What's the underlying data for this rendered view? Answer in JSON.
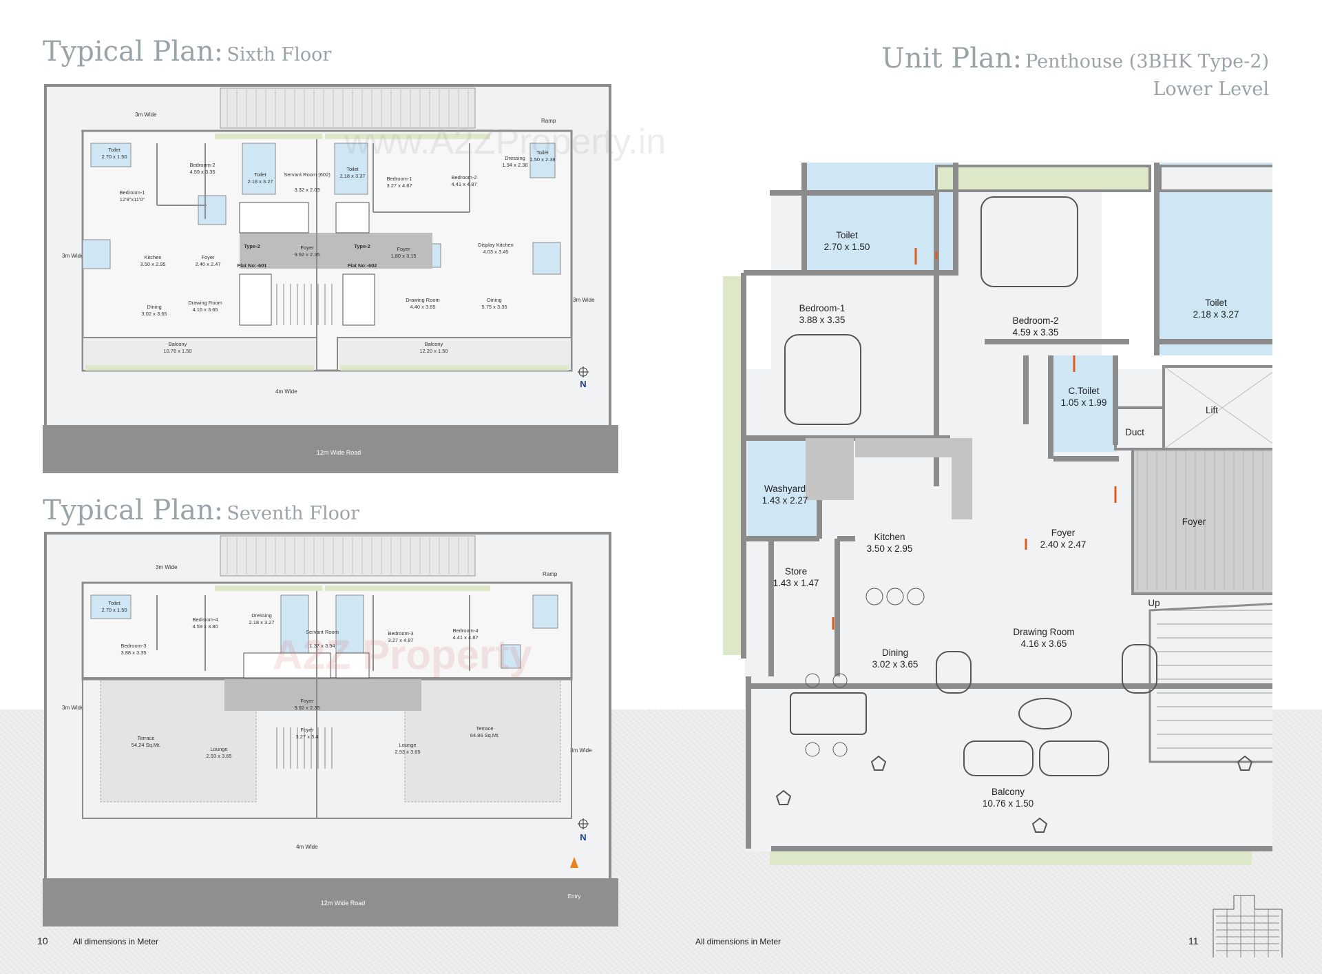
{
  "left_page": {
    "title1_main": "Typical Plan:",
    "title1_sub": "Sixth Floor",
    "title2_main": "Typical Plan:",
    "title2_sub": "Seventh Floor",
    "page_number": "10",
    "note": "All dimensions in Meter"
  },
  "right_page": {
    "title_main": "Unit Plan:",
    "title_sub": "Penthouse (3BHK Type-2)",
    "title_line2": "Lower Level",
    "page_number": "11",
    "note": "All dimensions in Meter"
  },
  "watermark": "www.A2ZProperty.in",
  "watermark2": "A2Z Property",
  "sixth_floor": {
    "road": "12m Wide Road",
    "wide_top": "3m Wide",
    "wide_left": "3m Wide",
    "wide_right": "3m Wide",
    "wide_bottom": "4m Wide",
    "ramp": "Ramp",
    "north": "N",
    "rooms": [
      {
        "name": "Toilet",
        "dim": "2.70 x 1.50"
      },
      {
        "name": "Bedroom-2",
        "dim": "4.59 x 3.35"
      },
      {
        "name": "Bedroom-1",
        "dim": "12'9\"x11'0\""
      },
      {
        "name": "Toilet",
        "dim": "2.18 x 3.27"
      },
      {
        "name": "Servant Room (602)",
        "dim": "3.32 x 2.03"
      },
      {
        "name": "Toilet",
        "dim": "2.18 x 3.37"
      },
      {
        "name": "Bedroom-1",
        "dim": "3.27 x 4.87"
      },
      {
        "name": "Bedroom-2",
        "dim": "4.41 x 4.87"
      },
      {
        "name": "Dressing",
        "dim": "1.94 x 2.38"
      },
      {
        "name": "Toilet",
        "dim": "1.50 x 2.38"
      },
      {
        "name": "Kitchen",
        "dim": "3.50 x 2.95"
      },
      {
        "name": "Foyer",
        "dim": "2.40 x 2.47"
      },
      {
        "name": "Foyer",
        "dim": "9.92 x 2.35"
      },
      {
        "name": "Foyer",
        "dim": "1.80 x 3.15"
      },
      {
        "name": "Display Kitchen",
        "dim": "4.03 x 3.45"
      },
      {
        "name": "Dining",
        "dim": "3.02 x 3.65"
      },
      {
        "name": "Drawing Room",
        "dim": "4.16 x 3.65"
      },
      {
        "name": "Drawing Room",
        "dim": "4.40 x 3.65"
      },
      {
        "name": "Dining",
        "dim": "5.75 x 3.35"
      },
      {
        "name": "Balcony",
        "dim": "10.76 x 1.50"
      },
      {
        "name": "Balcony",
        "dim": "12.20 x 1.50"
      }
    ],
    "flat_labels": [
      "Type-2",
      "Flat No:-601",
      "Type-2",
      "Flat No:-602"
    ]
  },
  "seventh_floor": {
    "road": "12m Wide Road",
    "wide_top": "3m Wide",
    "wide_left": "3m Wide",
    "wide_right": "3m Wide",
    "wide_bottom": "4m Wide",
    "ramp": "Ramp",
    "entry": "Entry",
    "north": "N",
    "rooms": [
      {
        "name": "Toilet",
        "dim": "2.70 x 1.50"
      },
      {
        "name": "Bedroom-4",
        "dim": "4.59 x 3.80"
      },
      {
        "name": "Bedroom-3",
        "dim": "3.88 x 3.35"
      },
      {
        "name": "Dressing",
        "dim": "2.18 x 3.27"
      },
      {
        "name": "Servant Room",
        "dim": "1.37 x 3.94"
      },
      {
        "name": "Bedroom-3",
        "dim": "3.27 x 4.87"
      },
      {
        "name": "Bedroom-4",
        "dim": "4.41 x 4.87"
      },
      {
        "name": "Terrace",
        "dim": "54.24 Sq.Mt."
      },
      {
        "name": "Terrace",
        "dim": "64.86 Sq.Mt."
      },
      {
        "name": "Lounge",
        "dim": "2.93 x 3.65"
      },
      {
        "name": "Lounge",
        "dim": "2.93 x 3.65"
      },
      {
        "name": "Foyer",
        "dim": "9.92 x 2.35"
      },
      {
        "name": "Foyer",
        "dim": "3.27 x 3.4"
      }
    ]
  },
  "penthouse": {
    "rooms": [
      {
        "name": "Toilet",
        "dim": "2.70 x 1.50"
      },
      {
        "name": "Bedroom-1",
        "dim": "3.88 x 3.35"
      },
      {
        "name": "Bedroom-2",
        "dim": "4.59 x 3.35"
      },
      {
        "name": "Toilet",
        "dim": "2.18 x 3.27"
      },
      {
        "name": "C.Toilet",
        "dim": "1.05 x 1.99"
      },
      {
        "name": "Washyard",
        "dim": "1.43 x 2.27"
      },
      {
        "name": "Kitchen",
        "dim": "3.50 x 2.95"
      },
      {
        "name": "Foyer",
        "dim": "2.40 x 2.47"
      },
      {
        "name": "Store",
        "dim": "1.43 x 1.47"
      },
      {
        "name": "Dining",
        "dim": "3.02 x 3.65"
      },
      {
        "name": "Drawing Room",
        "dim": "4.16 x 3.65"
      },
      {
        "name": "Balcony",
        "dim": "10.76 x 1.50"
      }
    ],
    "lift": "Lift",
    "duct": "Duct",
    "foyer_common": "Foyer",
    "up": "Up"
  },
  "colors": {
    "wall": "#8c8c8c",
    "wet_area": "#cfe6f4",
    "balcony_green": "#dde8c8",
    "floor": "#f1f2f3",
    "road": "#8f8f8f",
    "heading": "#9aa3a8",
    "accent": "#e05a1a"
  }
}
